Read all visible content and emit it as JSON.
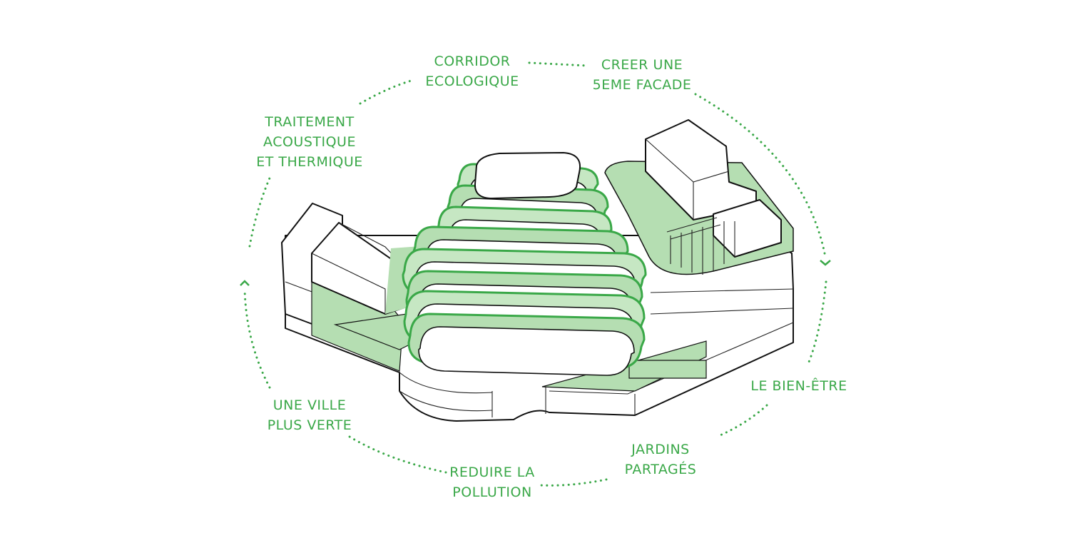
{
  "palette": {
    "accent": "#3aa848",
    "roof_green": "#b5deb2",
    "roof_green_light": "#c6e7c3",
    "outline": "#111111",
    "wall": "#ffffff"
  },
  "labels": {
    "corridor": [
      "CORRIDOR",
      "ECOLOGIQUE"
    ],
    "facade": [
      "CREER UNE",
      "5EME FACADE"
    ],
    "traitement": [
      "TRAITEMENT",
      "ACOUSTIQUE",
      "ET THERMIQUE"
    ],
    "bien_etre": [
      "LE BIEN-ÊTRE"
    ],
    "ville": [
      "UNE VILLE",
      "PLUS VERTE"
    ],
    "jardins": [
      "JARDINS",
      "PARTAGÉS"
    ],
    "pollution": [
      "REDUIRE LA",
      "POLLUTION"
    ]
  }
}
